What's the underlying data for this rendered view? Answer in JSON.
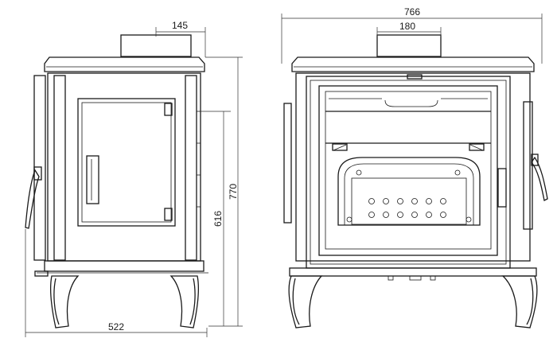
{
  "dimensions": {
    "side_flue_offset": "145",
    "side_total_height": "770",
    "side_flue_height": "616",
    "side_depth": "522",
    "front_total_width": "766",
    "front_flue_width": "180"
  },
  "colors": {
    "line": "#1a1a1a",
    "background": "#ffffff"
  }
}
